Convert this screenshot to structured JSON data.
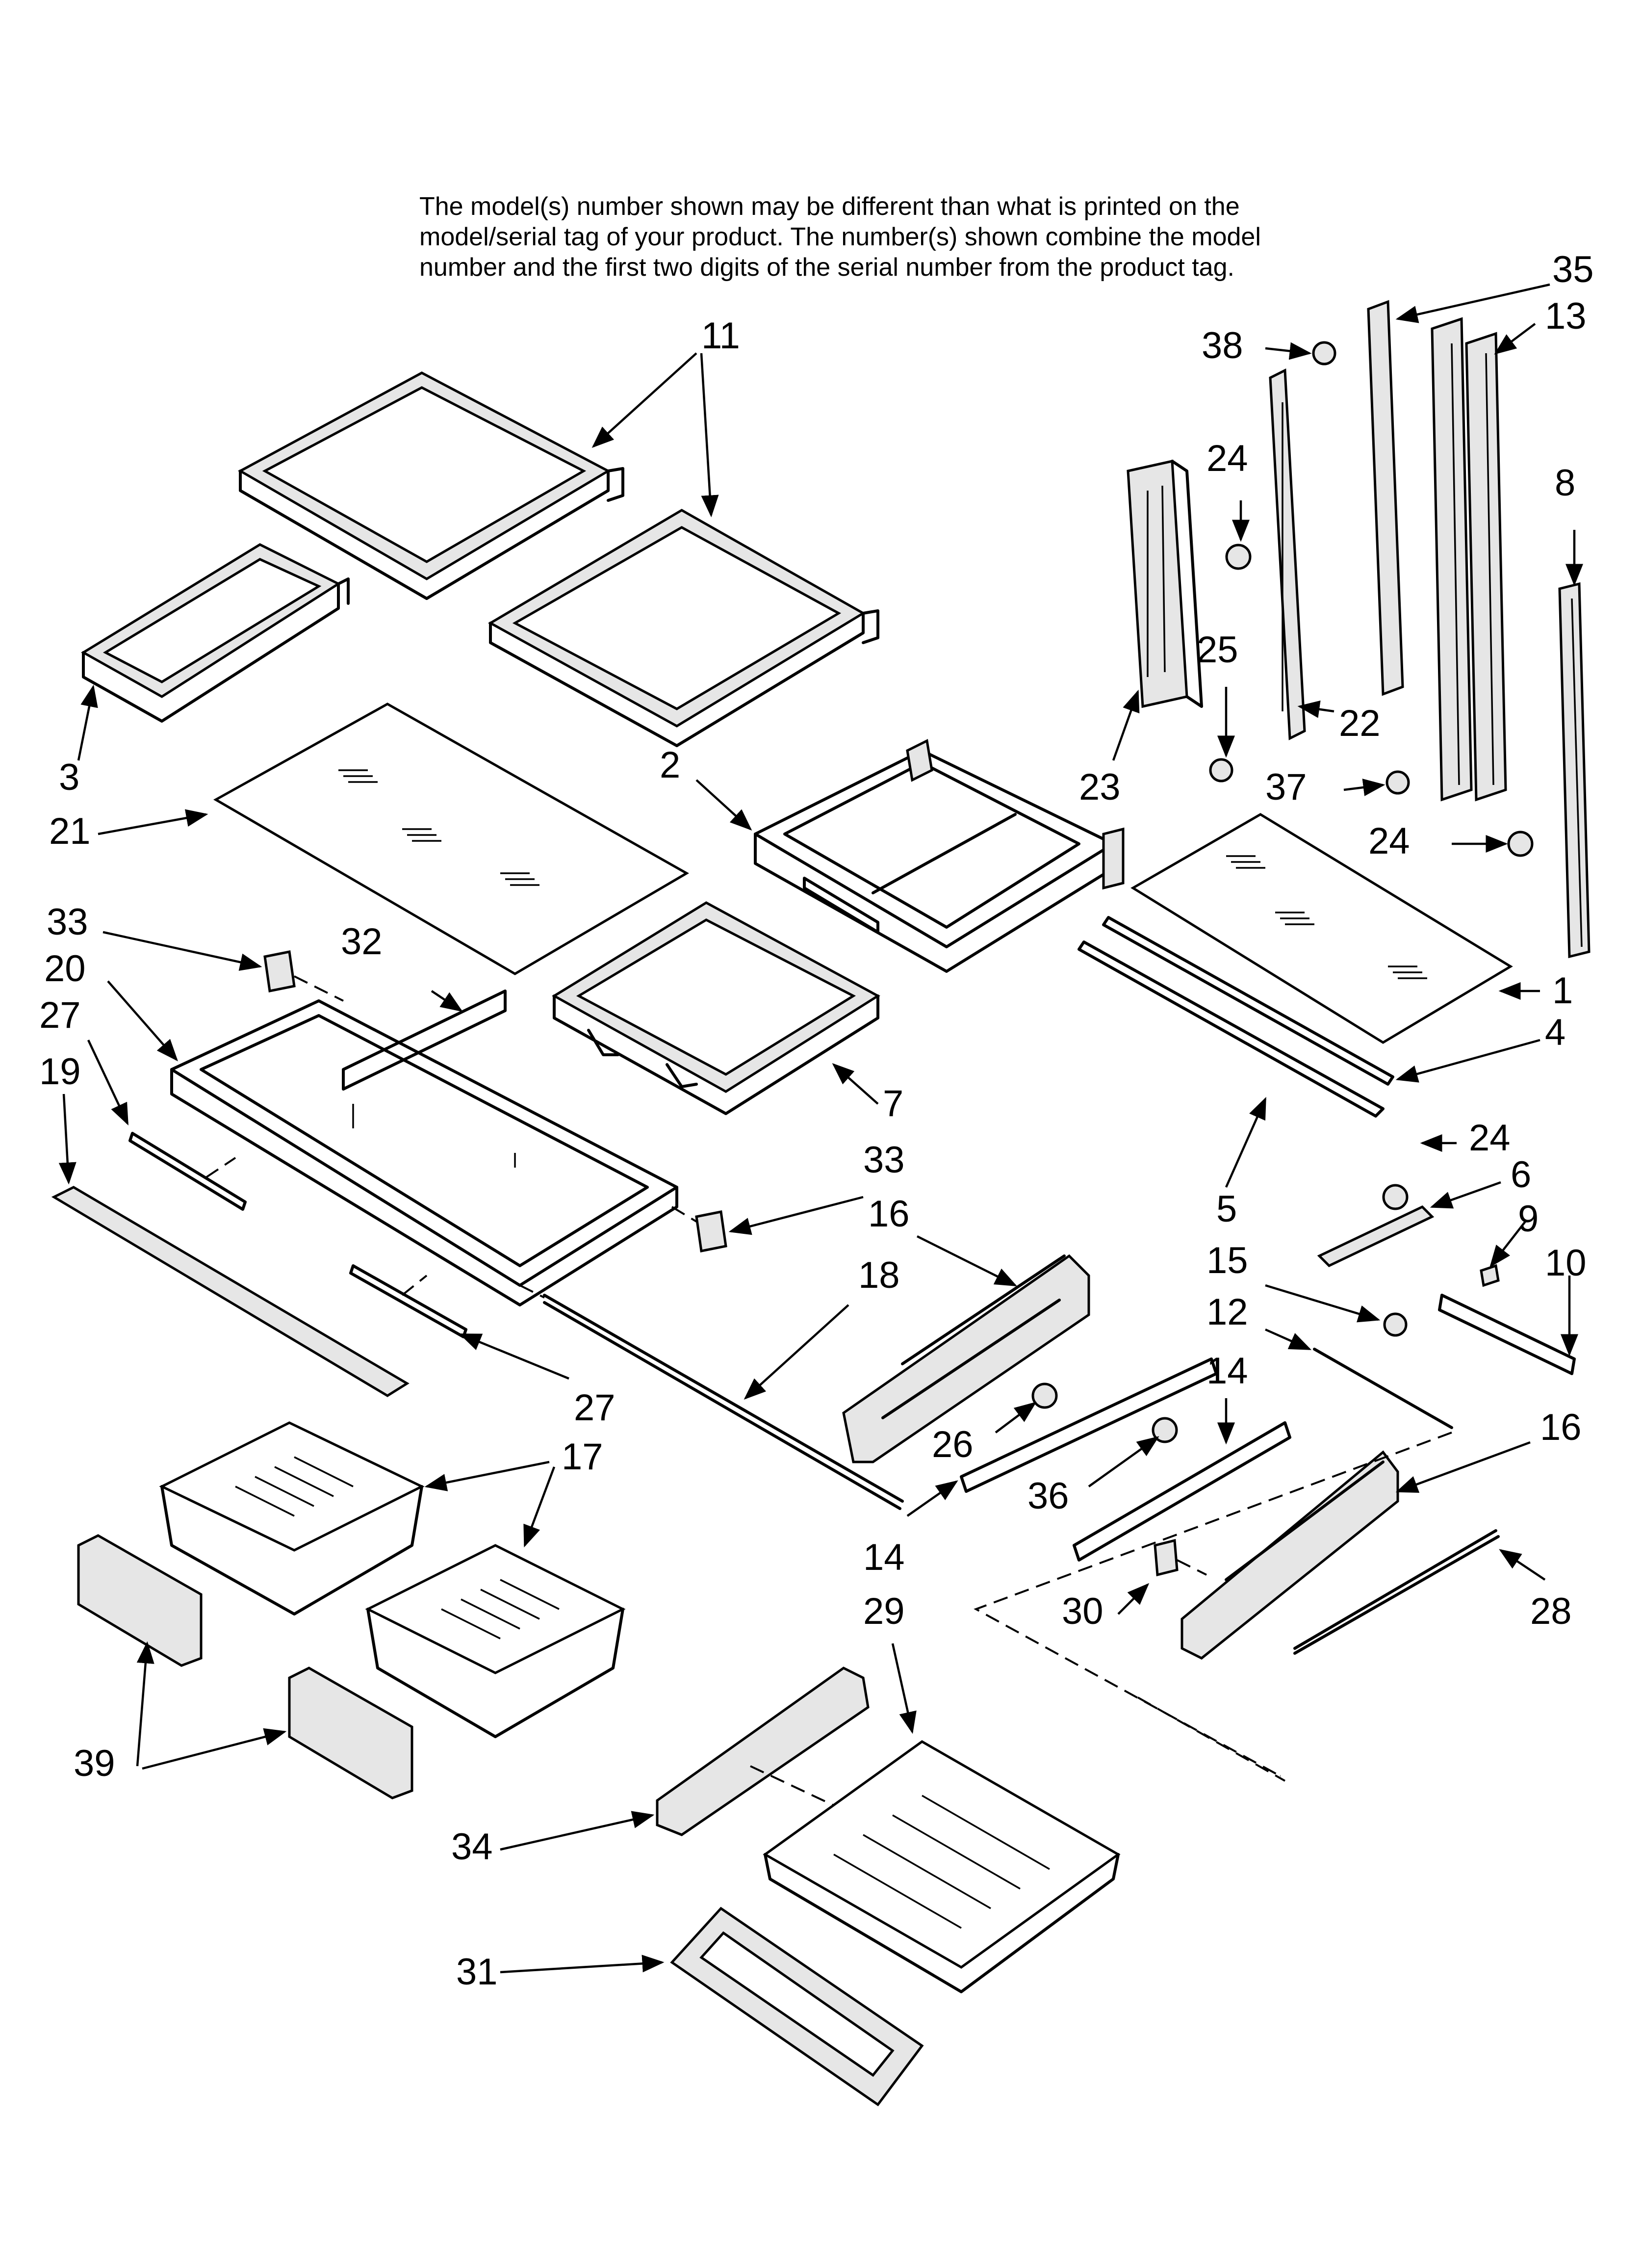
{
  "notice": {
    "lines": [
      "The model(s) number shown may be different than what is printed on the",
      "model/serial tag of your product. The number(s) shown combine the model",
      "number and the first two digits of the serial number from the product tag."
    ]
  },
  "callouts": {
    "c1": "1",
    "c2": "2",
    "c3": "3",
    "c4": "4",
    "c5": "5",
    "c6": "6",
    "c7": "7",
    "c8": "8",
    "c9": "9",
    "c10": "10",
    "c11": "11",
    "c12": "12",
    "c13": "13",
    "c14a": "14",
    "c14b": "14",
    "c15": "15",
    "c16a": "16",
    "c16b": "16",
    "c17": "17",
    "c18": "18",
    "c19": "19",
    "c20": "20",
    "c21": "21",
    "c22": "22",
    "c23": "23",
    "c24a": "24",
    "c24b": "24",
    "c24c": "24",
    "c25": "25",
    "c26": "26",
    "c27a": "27",
    "c27b": "27",
    "c28": "28",
    "c29": "29",
    "c30": "30",
    "c31": "31",
    "c32": "32",
    "c33a": "33",
    "c33b": "33",
    "c34": "34",
    "c35": "35",
    "c36": "36",
    "c37": "37",
    "c38": "38",
    "c39": "39"
  }
}
